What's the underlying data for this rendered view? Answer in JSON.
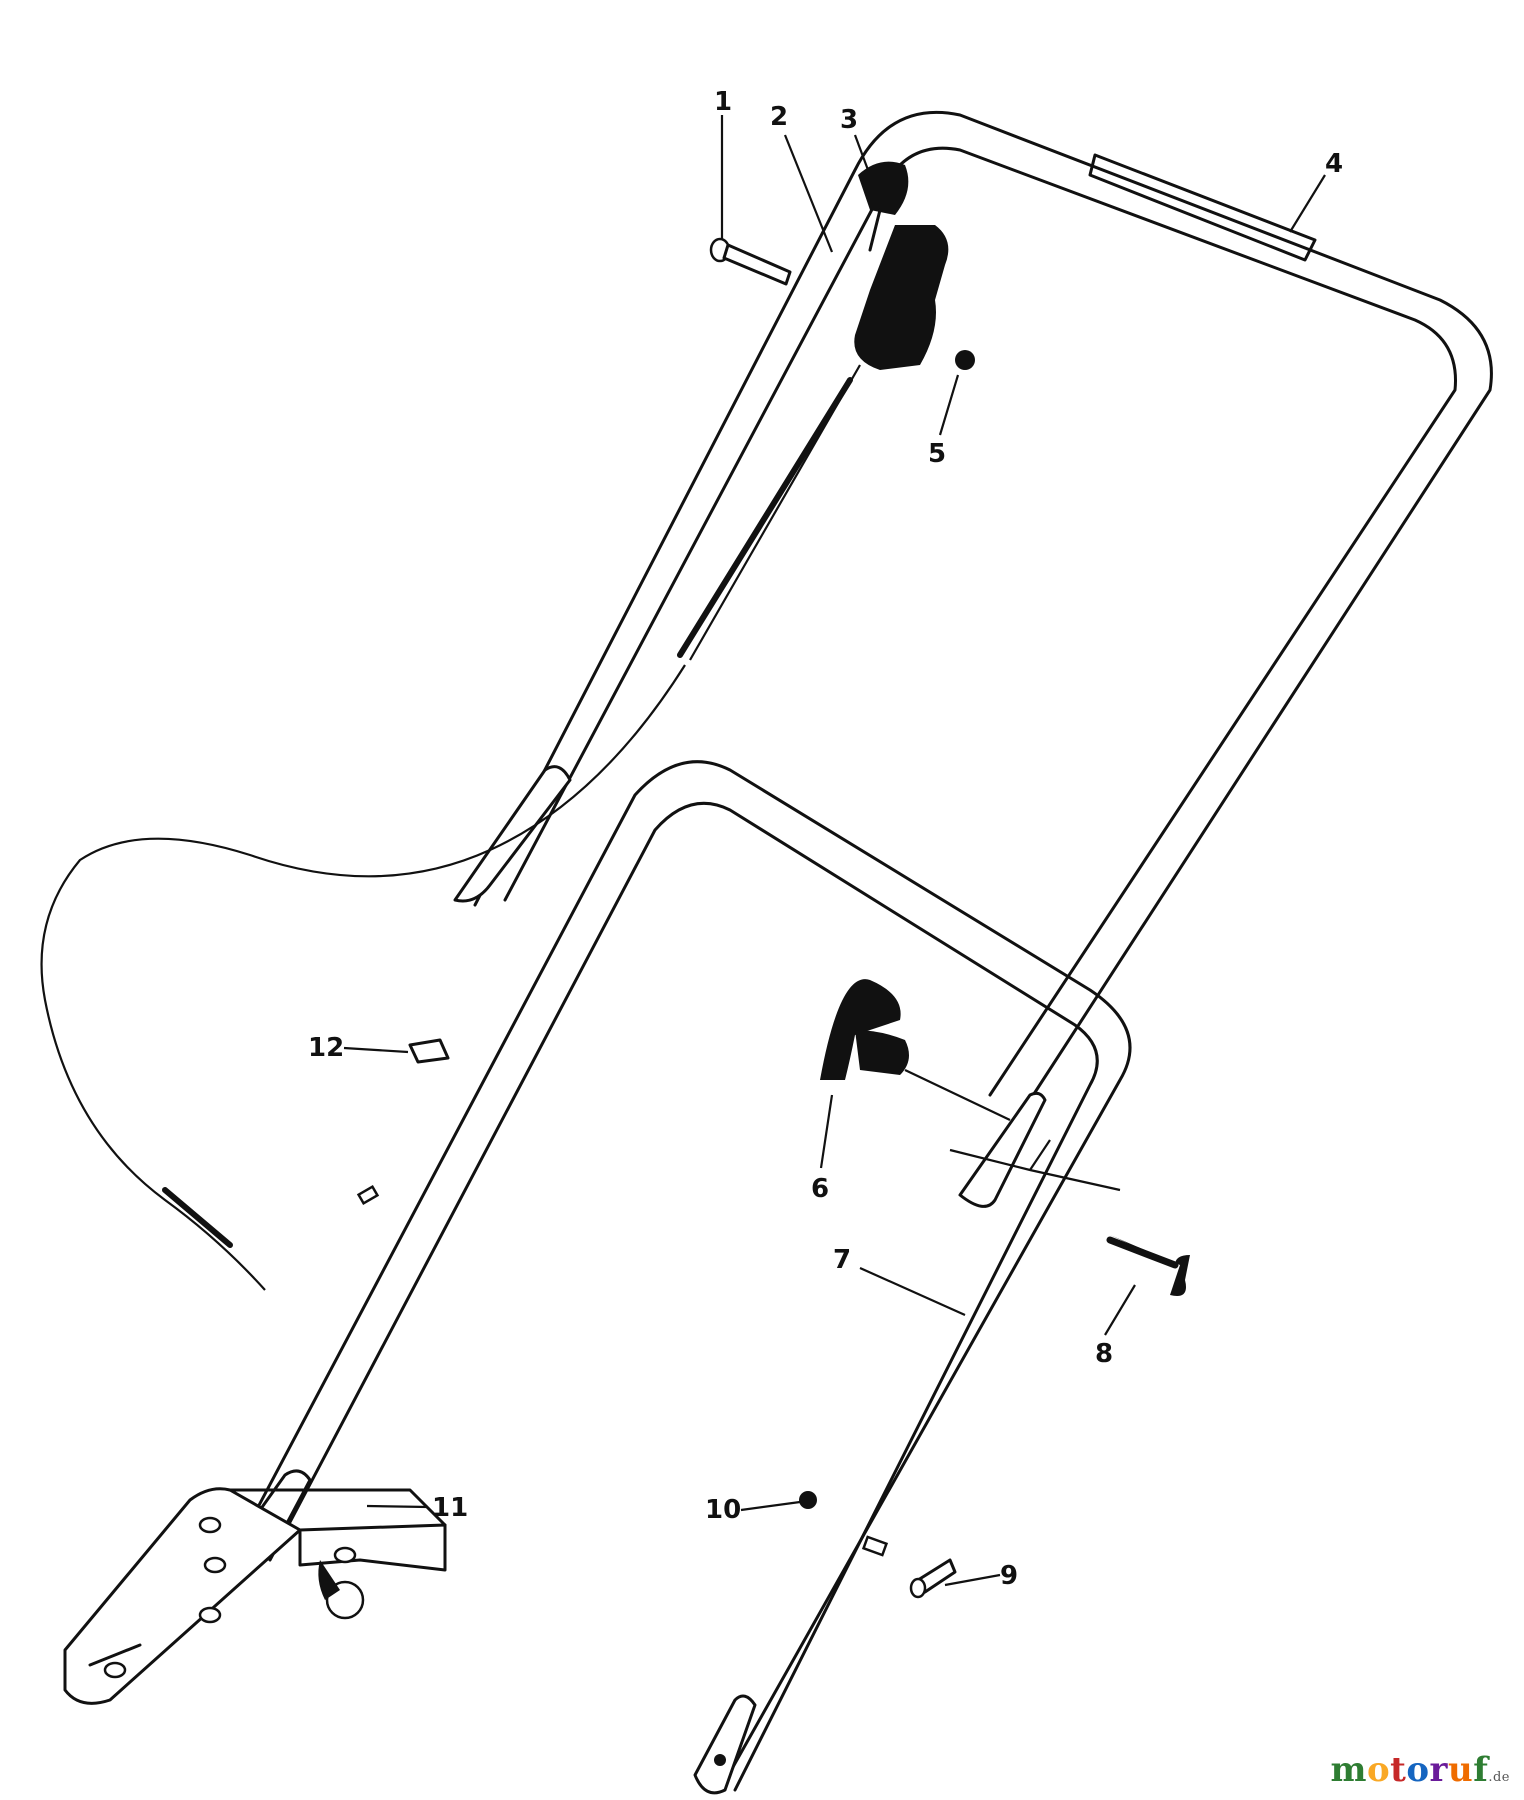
{
  "callouts": {
    "c1": "1",
    "c2": "2",
    "c3": "3",
    "c4": "4",
    "c5": "5",
    "c6": "6",
    "c7": "7",
    "c8": "8",
    "c9": "9",
    "c10": "10",
    "c11": "11",
    "c12": "12"
  },
  "watermark": {
    "brand": "motoruf",
    "suffix": ".de",
    "letters": [
      {
        "ch": "m",
        "color": "#2e7d32"
      },
      {
        "ch": "o",
        "color": "#f9a825"
      },
      {
        "ch": "t",
        "color": "#c62828"
      },
      {
        "ch": "o",
        "color": "#1565c0"
      },
      {
        "ch": "r",
        "color": "#6a1b9a"
      },
      {
        "ch": "u",
        "color": "#ef6c00"
      },
      {
        "ch": "f",
        "color": "#2e7d32"
      }
    ]
  }
}
